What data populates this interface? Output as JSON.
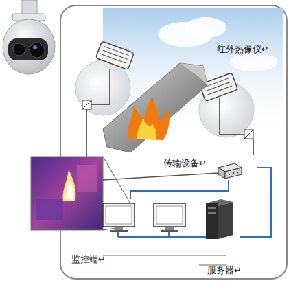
{
  "diagram": {
    "nodes": [
      {
        "text": [
          "红外热像仪↵"
        ]
      },
      {
        "text": [
          "传输设备↵"
        ]
      },
      {
        "text": [
          "监控端↵"
        ]
      },
      {
        "text": [
          "服务器↵"
        ]
      }
    ],
    "edges": [
      {
        "from": 0,
        "to": 1,
        "arrow": "none"
      },
      {
        "from": 1,
        "to": 2,
        "arrow": "none"
      },
      {
        "from": 1,
        "to": 3,
        "arrow": "none"
      }
    ]
  }
}
